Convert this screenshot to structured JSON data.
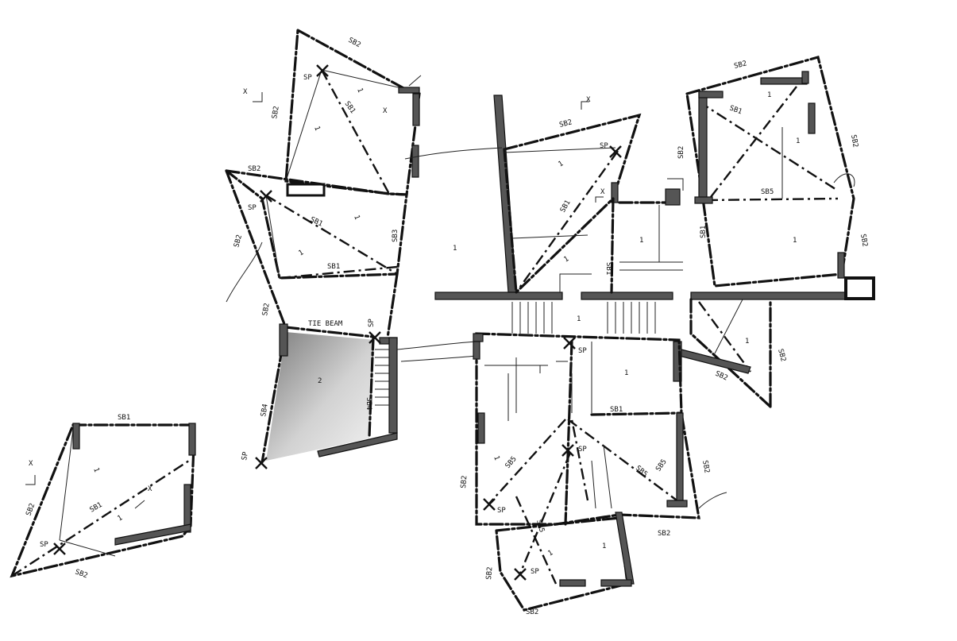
{
  "labels": {
    "sb1": "SB1",
    "sb2": "SB2",
    "sb3": "SB3",
    "sb4": "SB4",
    "sb5": "SB5",
    "sp": "SP",
    "tie_beam": "TIE BEAM",
    "span_1": "1",
    "span_2": "2",
    "x": "X"
  },
  "colors": {
    "ink": "#111111",
    "shade": "#9a9a9a",
    "paper": "#ffffff"
  }
}
